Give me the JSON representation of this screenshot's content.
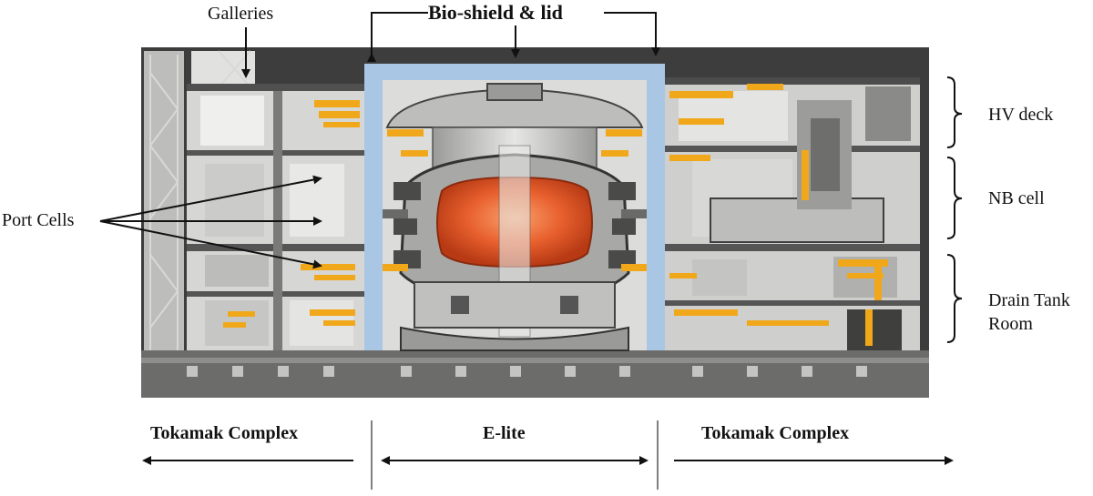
{
  "labels": {
    "galleries": "Galleries",
    "bioshield": "Bio-shield & lid",
    "port_cells": "Port Cells",
    "hv_deck": "HV deck",
    "nb_cell": "NB cell",
    "drain_tank_line1": "Drain Tank",
    "drain_tank_line2": "Room"
  },
  "regions": {
    "left": "Tokamak Complex",
    "center": "E-lite",
    "right": "Tokamak Complex"
  },
  "colors": {
    "bioshield": "#a9c7e4",
    "plasma": "#e4582a",
    "piping": "#f0a81a",
    "structure": "#c9c9c7",
    "floor": "#5d5d5b",
    "background_dark": "#3f3f3f"
  }
}
